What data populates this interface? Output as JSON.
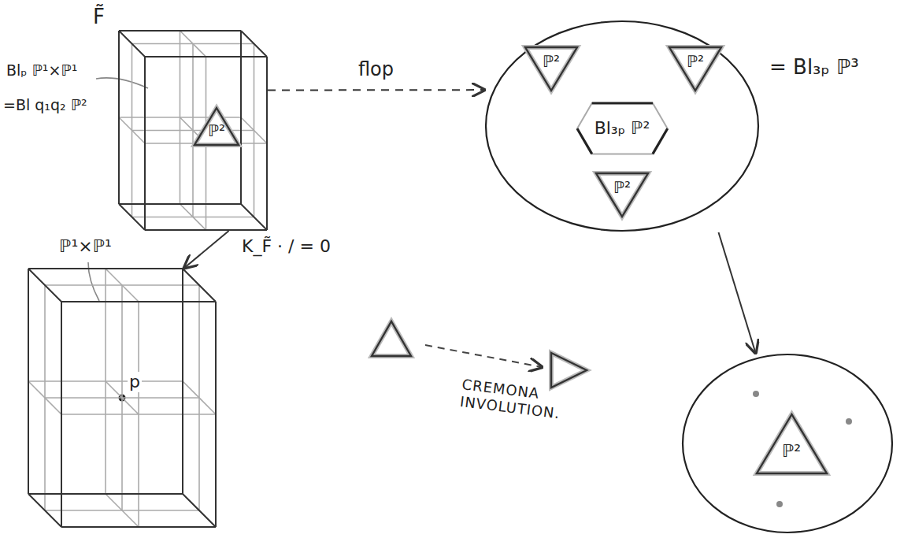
{
  "diagram": {
    "nodes": [
      {
        "text": [
          "F̃"
        ]
      },
      {
        "text": [
          "ℙ²"
        ],
        "in": 0
      },
      {
        "text": [
          "= Bl₃ₚ ℙ³"
        ]
      },
      {
        "text": [
          "ℙ²"
        ],
        "in": 2
      },
      {
        "text": [
          "ℙ²"
        ],
        "in": 2
      },
      {
        "text": [
          "Bl₃ₚ ℙ²"
        ],
        "in": 2
      },
      {
        "text": [
          "ℙ²"
        ],
        "in": 2
      },
      {
        "text": [
          "ℙ¹×ℙ¹"
        ]
      },
      {
        "text": []
      },
      {
        "text": [
          "ℙ²"
        ],
        "in": 8
      }
    ],
    "edges": [
      {
        "from": 0,
        "to": 2,
        "arrow": "to",
        "label": "flop"
      },
      {
        "from": 0,
        "to": 7,
        "arrow": "to"
      },
      {
        "from": 2,
        "to": 8,
        "arrow": "to"
      }
    ],
    "labels": [
      "Blₚ ℙ¹×ℙ¹",
      "=Bl q₁q₂ ℙ²",
      "p",
      "K_F̃ · / = 0",
      "CREMONA INVOLUTION."
    ]
  }
}
